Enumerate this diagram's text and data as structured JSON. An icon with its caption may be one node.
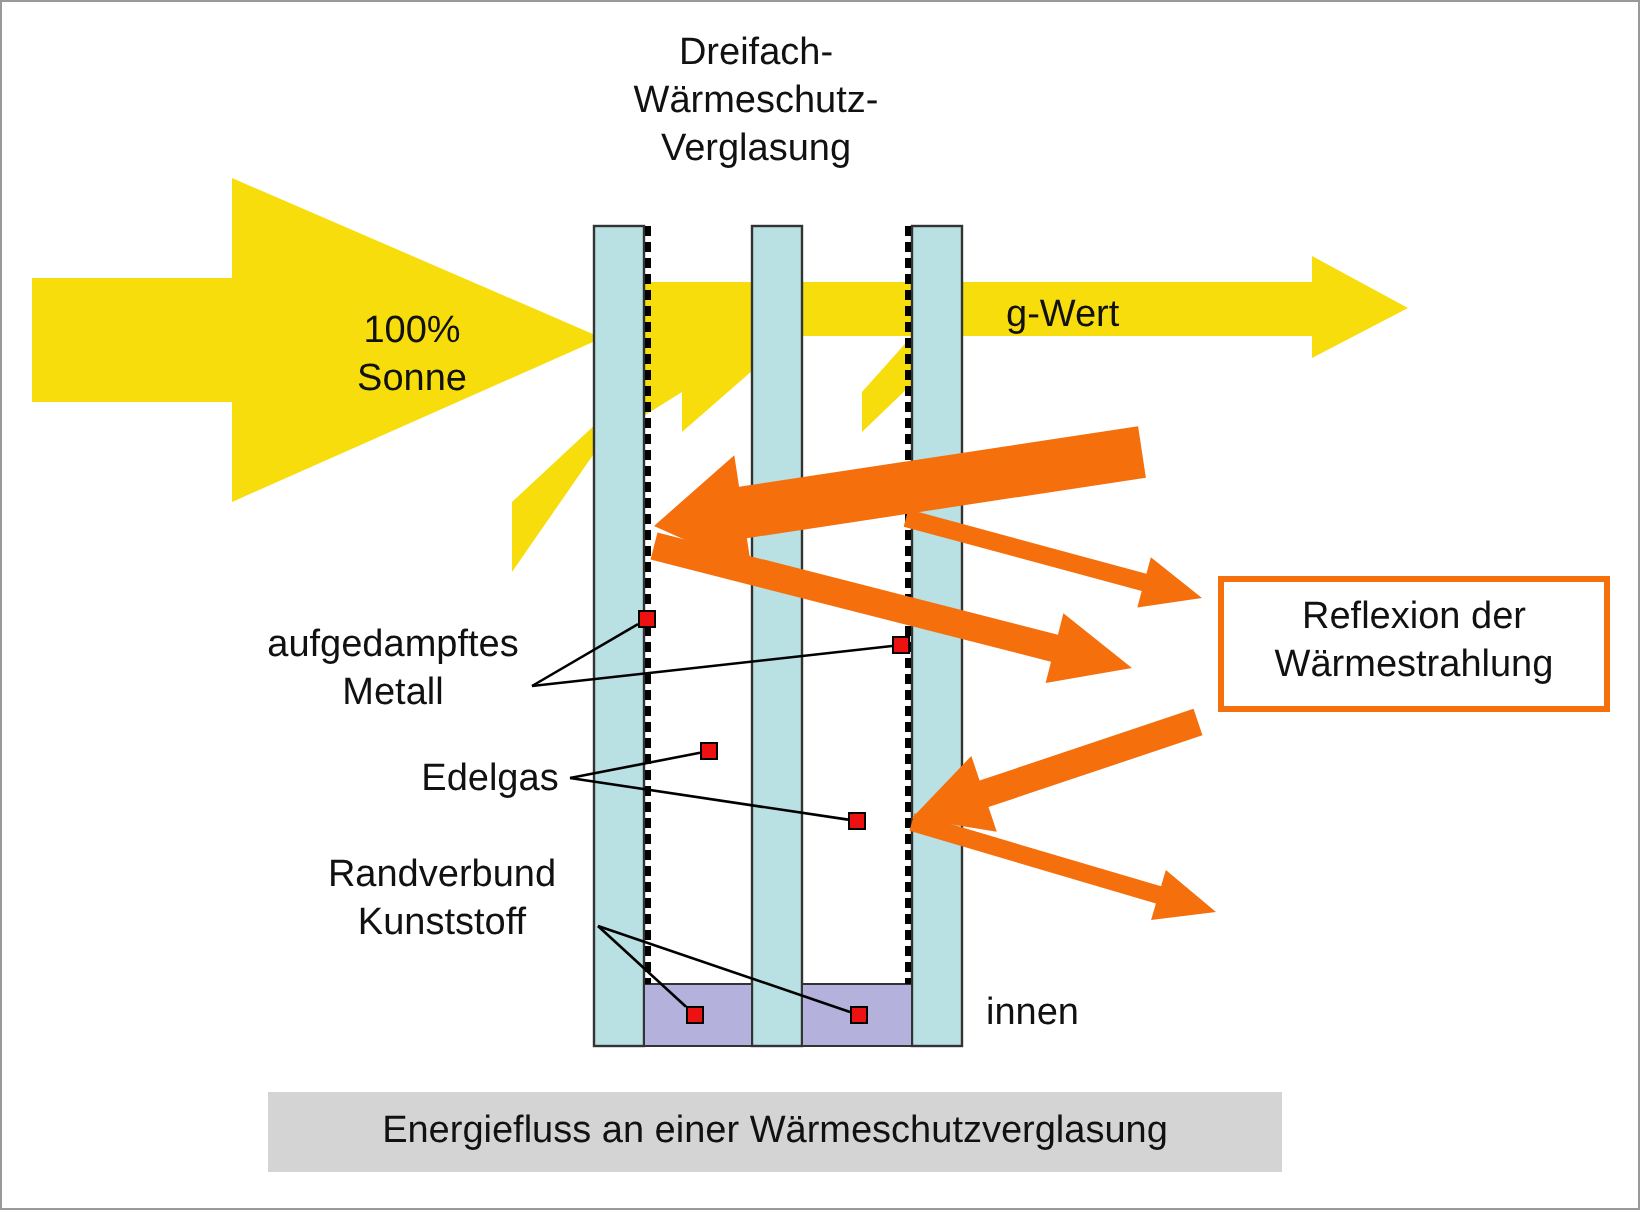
{
  "diagram": {
    "caption": "Energiefluss an einer Wärmeschutzverglasung",
    "nodes": [
      {
        "text": [
          "Reflexion der Wärmestrahlung"
        ]
      },
      {
        "text": [
          "aufgedampftes Metall"
        ]
      },
      {
        "text": [],
        "shape": "box"
      },
      {
        "text": [],
        "shape": "box"
      },
      {
        "text": [
          "Edelgas"
        ]
      },
      {
        "text": [],
        "shape": "box"
      },
      {
        "text": [],
        "shape": "box"
      },
      {
        "text": [
          "Randverbund Kunststoff"
        ]
      },
      {
        "text": [],
        "shape": "box"
      },
      {
        "text": [],
        "shape": "box"
      }
    ],
    "edges": [
      {
        "from": 1,
        "to": 2,
        "arrow": "none"
      },
      {
        "from": 1,
        "to": 3,
        "arrow": "none"
      },
      {
        "from": 4,
        "to": 5,
        "arrow": "none"
      },
      {
        "from": 4,
        "to": 6,
        "arrow": "none"
      },
      {
        "from": 7,
        "to": 8,
        "arrow": "none"
      },
      {
        "from": 7,
        "to": 9,
        "arrow": "none"
      }
    ],
    "labels": [
      "Dreifach- Wärmeschutz- Verglasung",
      "100% Sonne",
      "g-Wert",
      "innen"
    ]
  }
}
